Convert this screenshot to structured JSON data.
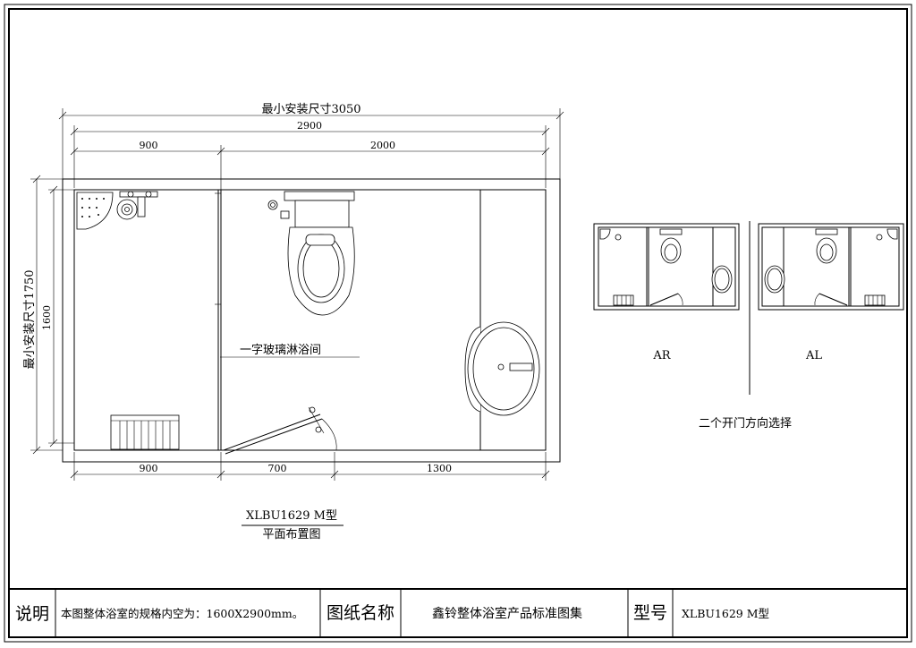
{
  "dimensions": {
    "min_install_width": "最小安装尺寸3050",
    "inner_width": "2900",
    "top_left": "900",
    "top_right": "2000",
    "bottom_left": "900",
    "bottom_mid": "700",
    "bottom_right": "1300",
    "min_install_height": "最小安装尺寸1750",
    "inner_height": "1600"
  },
  "callouts": {
    "glass_shower": "一字玻璃淋浴间"
  },
  "plan_title": {
    "model": "XLBU1629 M型",
    "subtitle": "平面布置图"
  },
  "variants": {
    "ar_label": "AR",
    "al_label": "AL",
    "caption": "二个开门方向选择"
  },
  "title_block": {
    "notes_label": "说明",
    "notes_text": "本图整体浴室的规格内空为：1600X2900mm。",
    "drawing_name_label": "图纸名称",
    "drawing_name": "鑫铃整体浴室产品标准图集",
    "model_label": "型号",
    "model_value": "XLBU1629 M型"
  }
}
